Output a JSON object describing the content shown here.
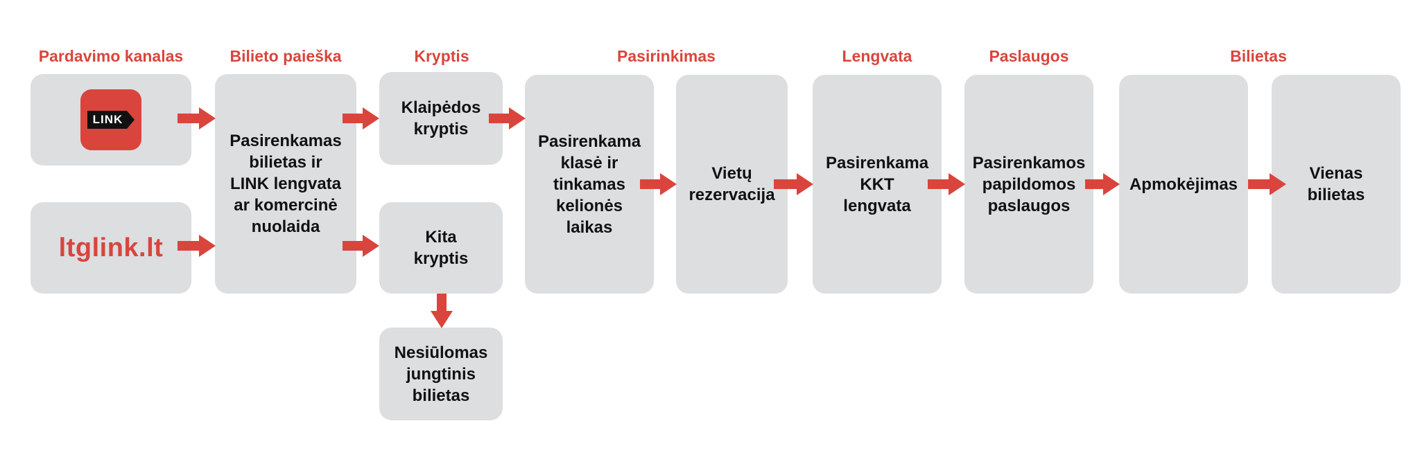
{
  "headers": {
    "channel": "Pardavimo kanalas",
    "search": "Bilieto paieška",
    "direction": "Kryptis",
    "choice": "Pasirinkimas",
    "discount": "Lengvata",
    "services": "Paslaugos",
    "ticket": "Bilietas"
  },
  "channels": {
    "app_logo_text": "LINK",
    "website": "ltglink.lt"
  },
  "steps": {
    "search": "Pasirenkamas\nbilietas ir\nLINK lengvata\nar komercinė\nnuolaida",
    "direction_klaipeda": "Klaipėdos\nkryptis",
    "direction_other": "Kita\nkryptis",
    "no_combined": "Nesiūlomas\njungtinis\nbilietas",
    "class_time": "Pasirenkama\nklasė ir\ntinkamas\nkelionės\nlaikas",
    "seats": "Vietų\nrezervacija",
    "kkt": "Pasirenkama\nKKT\nlengvata",
    "extra_services": "Pasirenkamos\npapildomos\npaslaugos",
    "payment": "Apmokėjimas",
    "single_ticket": "Vienas\nbilietas"
  },
  "colors": {
    "accent": "#d9453d",
    "box": "#dcdee0",
    "text": "#111111"
  }
}
